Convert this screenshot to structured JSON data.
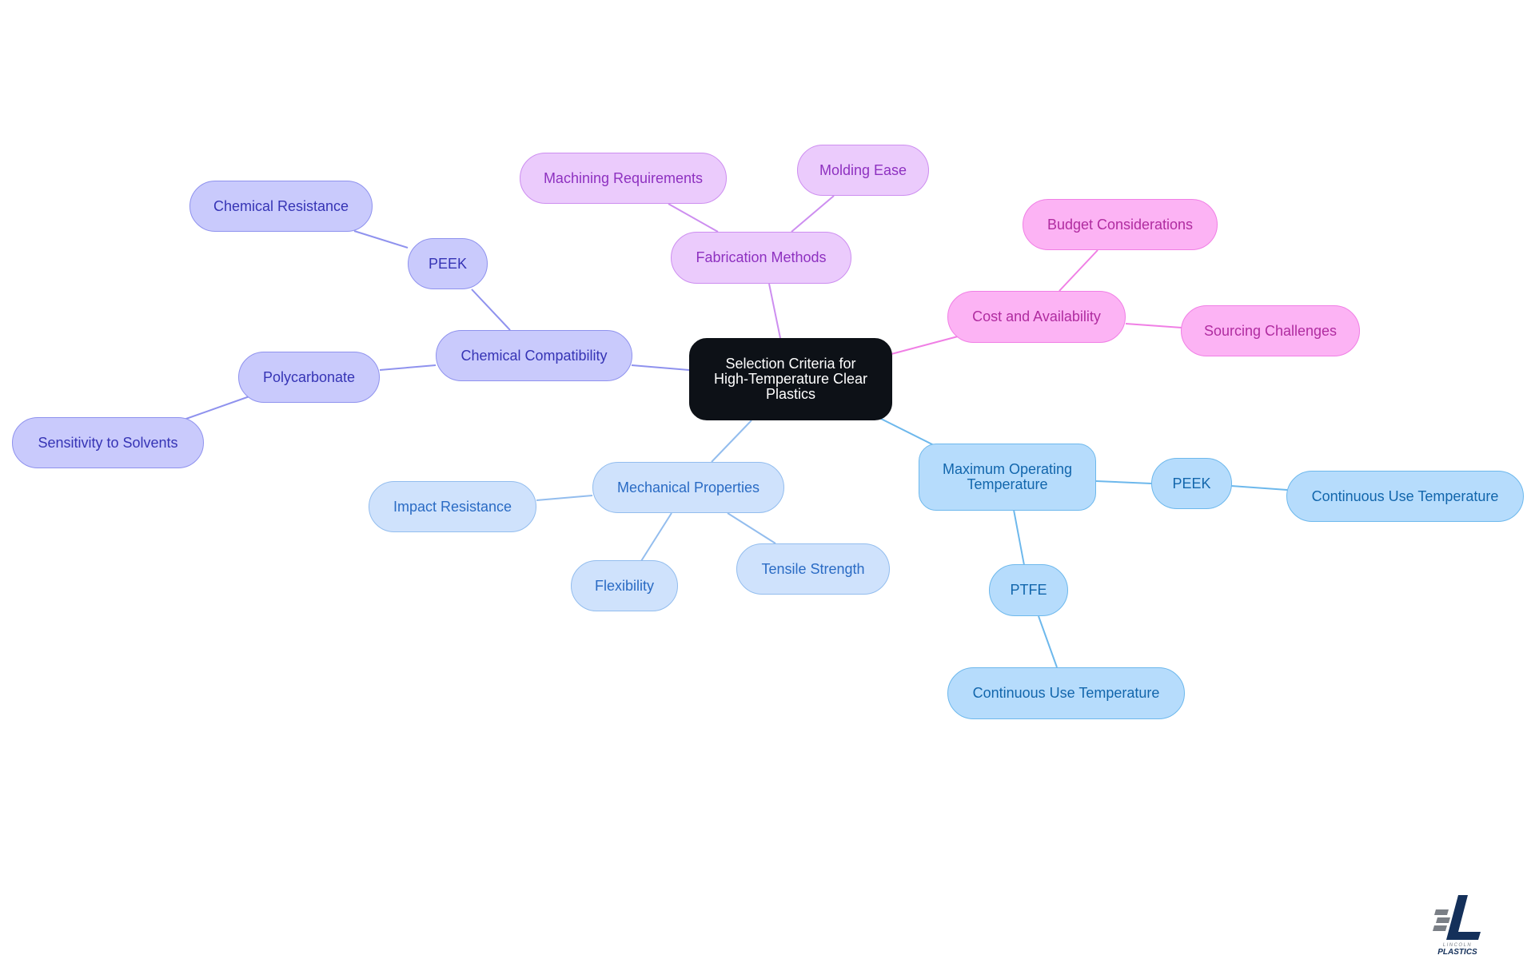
{
  "root": {
    "label": "Selection Criteria for High-Temperature Clear Plastics"
  },
  "chemical_compatibility": {
    "label": "Chemical Compatibility",
    "peek": {
      "label": "PEEK",
      "child": "Chemical Resistance"
    },
    "polycarbonate": {
      "label": "Polycarbonate",
      "child": "Sensitivity to Solvents"
    }
  },
  "fabrication_methods": {
    "label": "Fabrication Methods",
    "children": [
      "Machining Requirements",
      "Molding Ease"
    ]
  },
  "cost_availability": {
    "label": "Cost and Availability",
    "children": [
      "Budget Considerations",
      "Sourcing Challenges"
    ]
  },
  "mechanical_properties": {
    "label": "Mechanical Properties",
    "children": [
      "Impact Resistance",
      "Flexibility",
      "Tensile Strength"
    ]
  },
  "max_operating_temperature": {
    "label": "Maximum Operating Temperature",
    "peek": {
      "label": "PEEK",
      "child": "Continuous Use Temperature"
    },
    "ptfe": {
      "label": "PTFE",
      "child": "Continuous Use Temperature"
    }
  },
  "logo": {
    "brand_line1": "LINCOLN",
    "brand_line2": "PLASTICS"
  },
  "colors": {
    "root": "#0d1117",
    "chemical_compatibility": "#c9cafc",
    "fabrication_methods": "#ebcbfc",
    "cost_availability": "#fcb3f4",
    "mechanical_properties": "#cfe2fc",
    "max_operating_temperature": "#b6dcfc",
    "logo_navy": "#14305a",
    "logo_gray": "#7a7f86"
  }
}
